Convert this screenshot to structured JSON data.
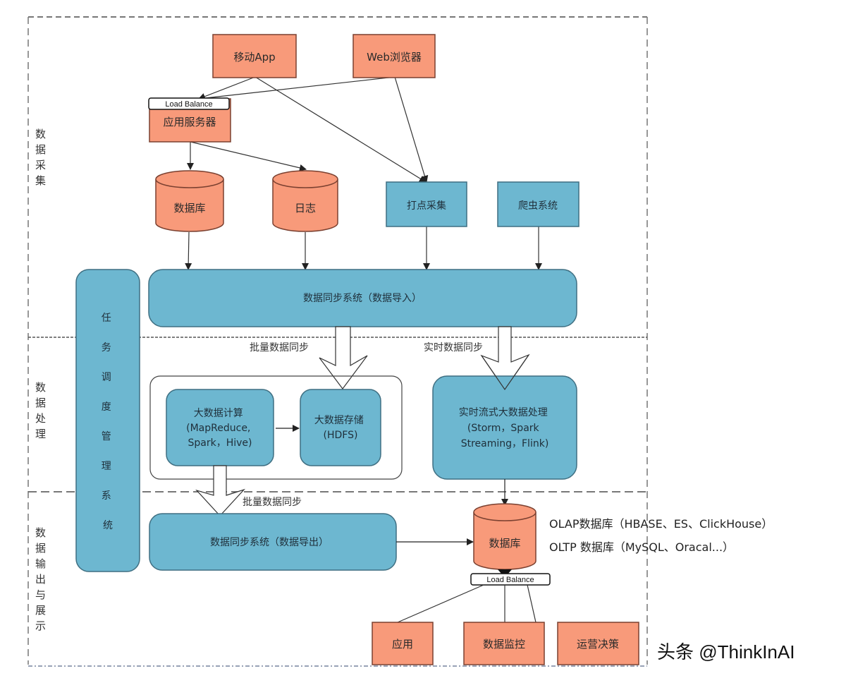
{
  "sections": [
    {
      "label_chars": [
        "数",
        "据",
        "采",
        "集"
      ]
    },
    {
      "label_chars": [
        "数",
        "据",
        "处",
        "理"
      ]
    },
    {
      "label_chars": [
        "数",
        "据",
        "输",
        "出",
        "与",
        "展",
        "示"
      ]
    }
  ],
  "scheduler": {
    "label_chars": [
      "任",
      "务",
      "调",
      "度",
      "管",
      "理",
      "系",
      "统"
    ]
  },
  "collection": {
    "mobile_app": "移动App",
    "web_browser": "Web浏览器",
    "app_server": "应用服务器",
    "load_balance": "Load Balance",
    "database": "数据库",
    "log": "日志",
    "tracking": "打点采集",
    "crawler": "爬虫系统",
    "sync_import": "数据同步系统（数据导入）"
  },
  "processing": {
    "batch_sync": "批量数据同步",
    "realtime_sync": "实时数据同步",
    "compute_title": "大数据计算",
    "compute_line2": "(MapReduce,",
    "compute_line3": "Spark，Hive)",
    "storage_title": "大数据存储",
    "storage_line2": "(HDFS)",
    "stream_title": "实时流式大数据处理",
    "stream_line2": "(Storm，Spark",
    "stream_line3": "Streaming，Flink)"
  },
  "output": {
    "batch_sync": "批量数据同步",
    "sync_export": "数据同步系统（数据导出）",
    "database": "数据库",
    "load_balance": "Load Balance",
    "olap_note": "OLAP数据库（HBASE、ES、ClickHouse）",
    "oltp_note": "OLTP 数据库（MySQL、Oracal...）",
    "consumers": [
      "应用",
      "数据监控",
      "运营决策"
    ]
  },
  "watermark": "头条 @ThinkInAI",
  "colors": {
    "orange": "#f89a7a",
    "blue": "#6db7d0",
    "stroke": "#555555"
  }
}
